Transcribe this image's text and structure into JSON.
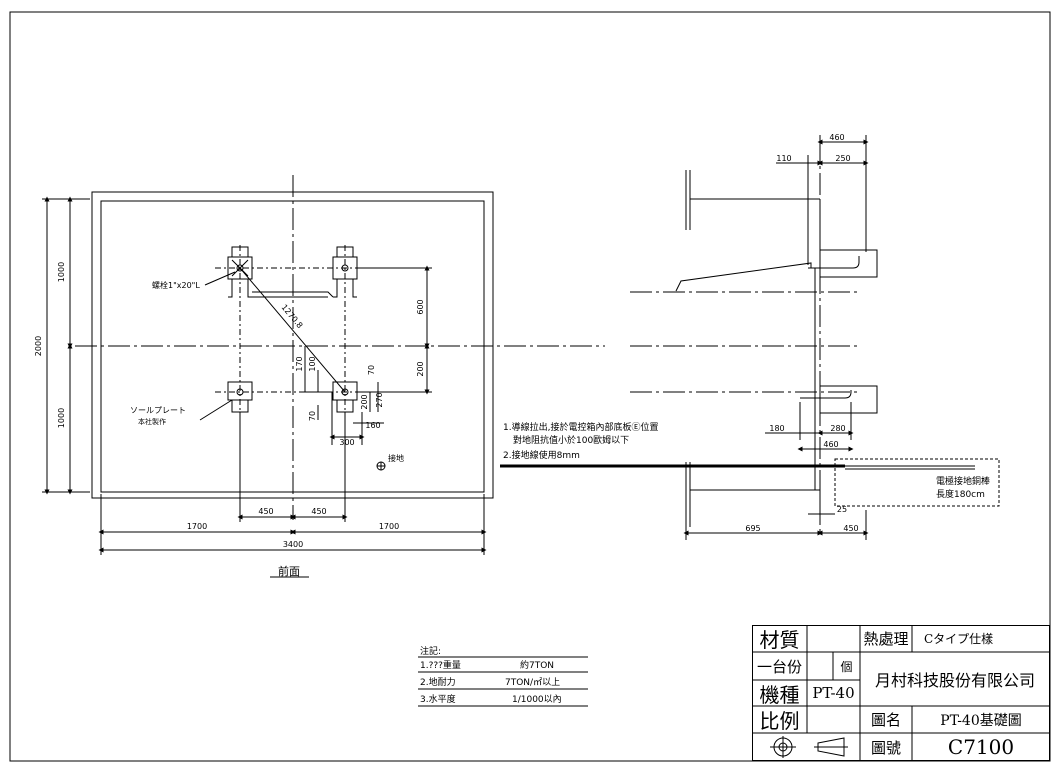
{
  "front_view": {
    "title": "前面",
    "dims": {
      "height_total": "2000",
      "height_upper": "1000",
      "height_lower": "1000",
      "width_total": "3400",
      "width_left": "1700",
      "width_right": "1700",
      "span_left": "450",
      "span_right": "450",
      "vertical_600": "600",
      "vertical_200": "200",
      "d170": "170",
      "d100": "100",
      "d70a": "70",
      "d70b": "70",
      "d200": "200",
      "d270": "270",
      "d160": "160",
      "d300": "300",
      "diagonal": "1270.8"
    },
    "labels": {
      "anchor_bolt": "螺栓1\"x20\"L",
      "sole_plate": "ソールプレート",
      "sole_plate_note": "本社製作",
      "ground": "接地"
    }
  },
  "side_view": {
    "dims": {
      "top_460": "460",
      "top_110": "110",
      "top_250": "250",
      "mid_180": "180",
      "mid_280": "280",
      "mid_460": "460",
      "bottom_25": "25",
      "bottom_695": "695",
      "bottom_450": "450"
    },
    "ground_rod_label": {
      "line1": "電極接地銅棒",
      "line2": "長度180cm"
    }
  },
  "wiring_notes": {
    "line1": "1.導線拉出,接於電控箱內部底板Ⓔ位置",
    "line2": "對地阻抗值小於100歐姆以下",
    "line3": "2.接地線使用8mm"
  },
  "notes": {
    "heading": "注記:",
    "rows": [
      {
        "item": "1.???重量",
        "value": "約7TON"
      },
      {
        "item": "2.地耐力",
        "value": "7TON/㎡以上"
      },
      {
        "item": "3.水平度",
        "value": "1/1000以內"
      }
    ]
  },
  "title_block": {
    "material_label": "材質",
    "material_value": "",
    "heat_treatment_label": "熱處理",
    "heat_treatment_value": "Cタイプ仕樣",
    "quantity_label": "一台份",
    "quantity_unit": "個",
    "model_label": "機種",
    "model_value": "PT-40",
    "company": "月村科技股份有限公司",
    "scale_label": "比例",
    "drawing_name_label": "圖名",
    "drawing_name_value": "PT-40基礎圖",
    "drawing_number_label": "圖號",
    "drawing_number_value": "C7100"
  }
}
